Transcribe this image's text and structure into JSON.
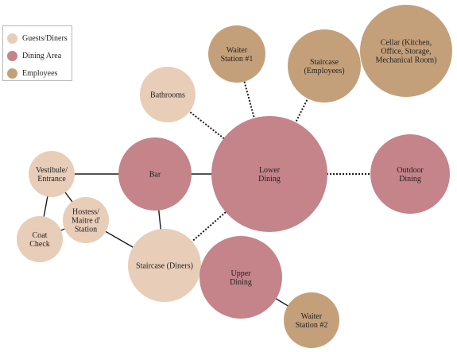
{
  "legend": {
    "items": [
      {
        "label": "Guests/Diners",
        "color": "#e8cdb8"
      },
      {
        "label": "Dining Area",
        "color": "#c4848a"
      },
      {
        "label": "Employees",
        "color": "#c4a07a"
      }
    ]
  },
  "nodes": [
    {
      "id": "waiter1",
      "lines": [
        "Waiter",
        "Station #1"
      ],
      "group": "Employees"
    },
    {
      "id": "staircase_emp",
      "lines": [
        "Staircase",
        "(Employees)"
      ],
      "group": "Employees"
    },
    {
      "id": "cellar",
      "lines": [
        "Cellar (Kitchen,",
        "Office, Storage,",
        "Mechanical Room)"
      ],
      "group": "Employees"
    },
    {
      "id": "bathrooms",
      "lines": [
        "Bathrooms"
      ],
      "group": "Guests/Diners"
    },
    {
      "id": "vestibule",
      "lines": [
        "Vestibule/",
        "Entrance"
      ],
      "group": "Guests/Diners"
    },
    {
      "id": "bar",
      "lines": [
        "Bar"
      ],
      "group": "Dining Area"
    },
    {
      "id": "lower_dining",
      "lines": [
        "Lower",
        "Dining"
      ],
      "group": "Dining Area"
    },
    {
      "id": "outdoor",
      "lines": [
        "Outdoor",
        "Dining"
      ],
      "group": "Dining Area"
    },
    {
      "id": "hostess",
      "lines": [
        "Hostess/",
        "Maitre d'",
        "Station"
      ],
      "group": "Guests/Diners"
    },
    {
      "id": "coat",
      "lines": [
        "Coat",
        "Check"
      ],
      "group": "Guests/Diners"
    },
    {
      "id": "staircase_din",
      "lines": [
        "Staircase (Diners)"
      ],
      "group": "Guests/Diners"
    },
    {
      "id": "upper_dining",
      "lines": [
        "Upper",
        "Dining"
      ],
      "group": "Dining Area"
    },
    {
      "id": "waiter2",
      "lines": [
        "Waiter",
        "Station #2"
      ],
      "group": "Employees"
    }
  ],
  "edges": [
    {
      "from": "vestibule",
      "to": "bar",
      "style": "solid"
    },
    {
      "from": "bar",
      "to": "lower_dining",
      "style": "solid"
    },
    {
      "from": "vestibule",
      "to": "coat",
      "style": "solid"
    },
    {
      "from": "vestibule",
      "to": "hostess",
      "style": "solid"
    },
    {
      "from": "coat",
      "to": "hostess",
      "style": "solid"
    },
    {
      "from": "hostess",
      "to": "staircase_din",
      "style": "solid"
    },
    {
      "from": "bar",
      "to": "staircase_din",
      "style": "solid"
    },
    {
      "from": "upper_dining",
      "to": "waiter2",
      "style": "solid"
    },
    {
      "from": "bathrooms",
      "to": "lower_dining",
      "style": "dotted"
    },
    {
      "from": "waiter1",
      "to": "lower_dining",
      "style": "dotted"
    },
    {
      "from": "staircase_emp",
      "to": "lower_dining",
      "style": "dotted"
    },
    {
      "from": "lower_dining",
      "to": "outdoor",
      "style": "dotted"
    },
    {
      "from": "staircase_din",
      "to": "lower_dining",
      "style": "dotted"
    }
  ]
}
